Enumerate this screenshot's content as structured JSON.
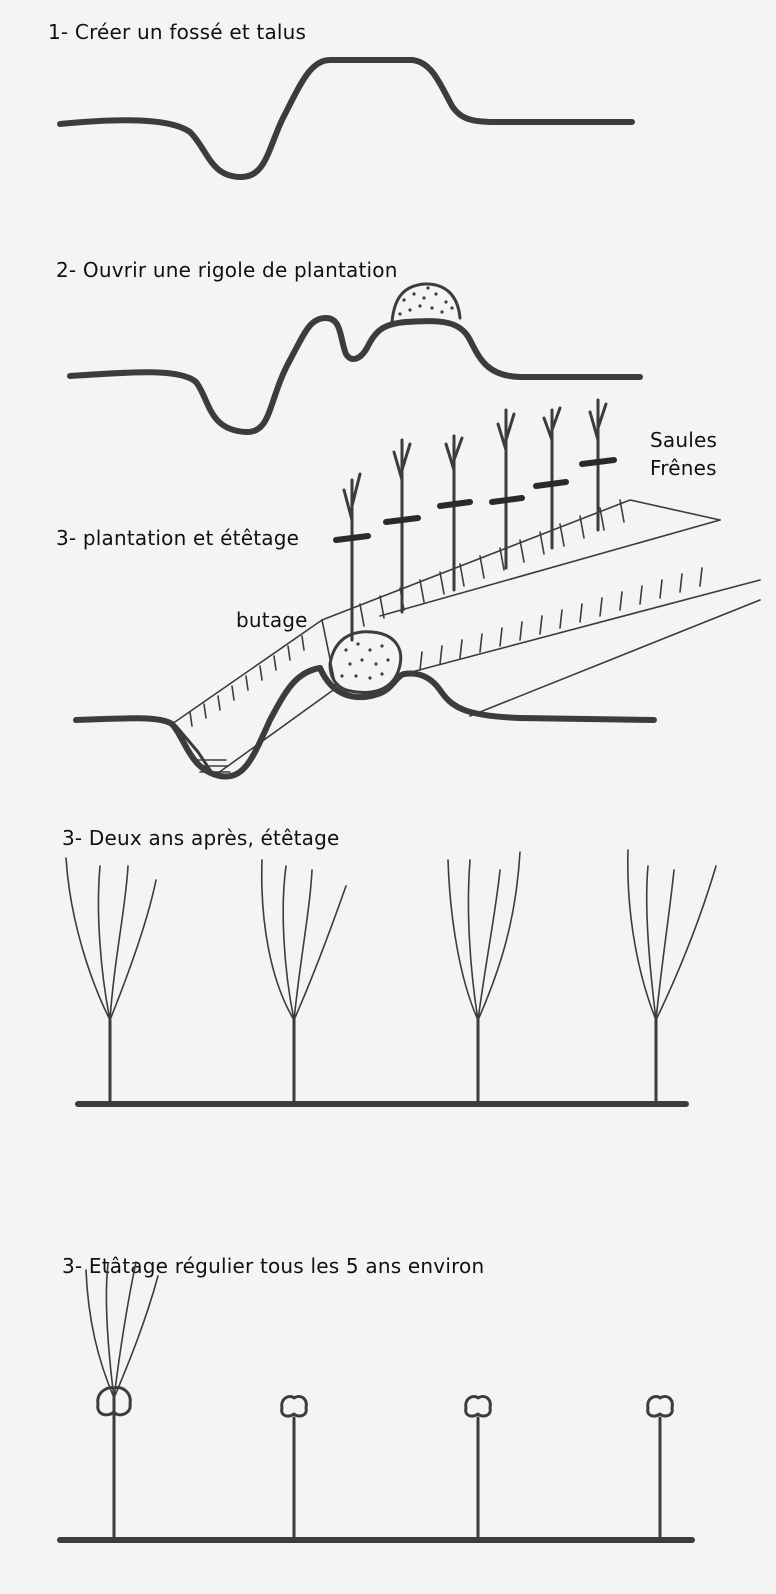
{
  "steps": [
    {
      "id": "1",
      "title": "1- Créer un fossé et talus"
    },
    {
      "id": "2",
      "title": "2- Ouvrir une rigole de plantation"
    },
    {
      "id": "3a",
      "title": "3- plantation et étêtage"
    },
    {
      "id": "3b",
      "title": "3- Deux ans après, étêtage"
    },
    {
      "id": "3c",
      "title": "3- Etâtage régulier tous les 5 ans environ"
    }
  ],
  "annotations": {
    "trees_line1": "Saules",
    "trees_line2": "Frênes",
    "mound": "butage"
  },
  "colors": {
    "ink": "#3c3c3c",
    "paper": "#f4f4f2"
  }
}
